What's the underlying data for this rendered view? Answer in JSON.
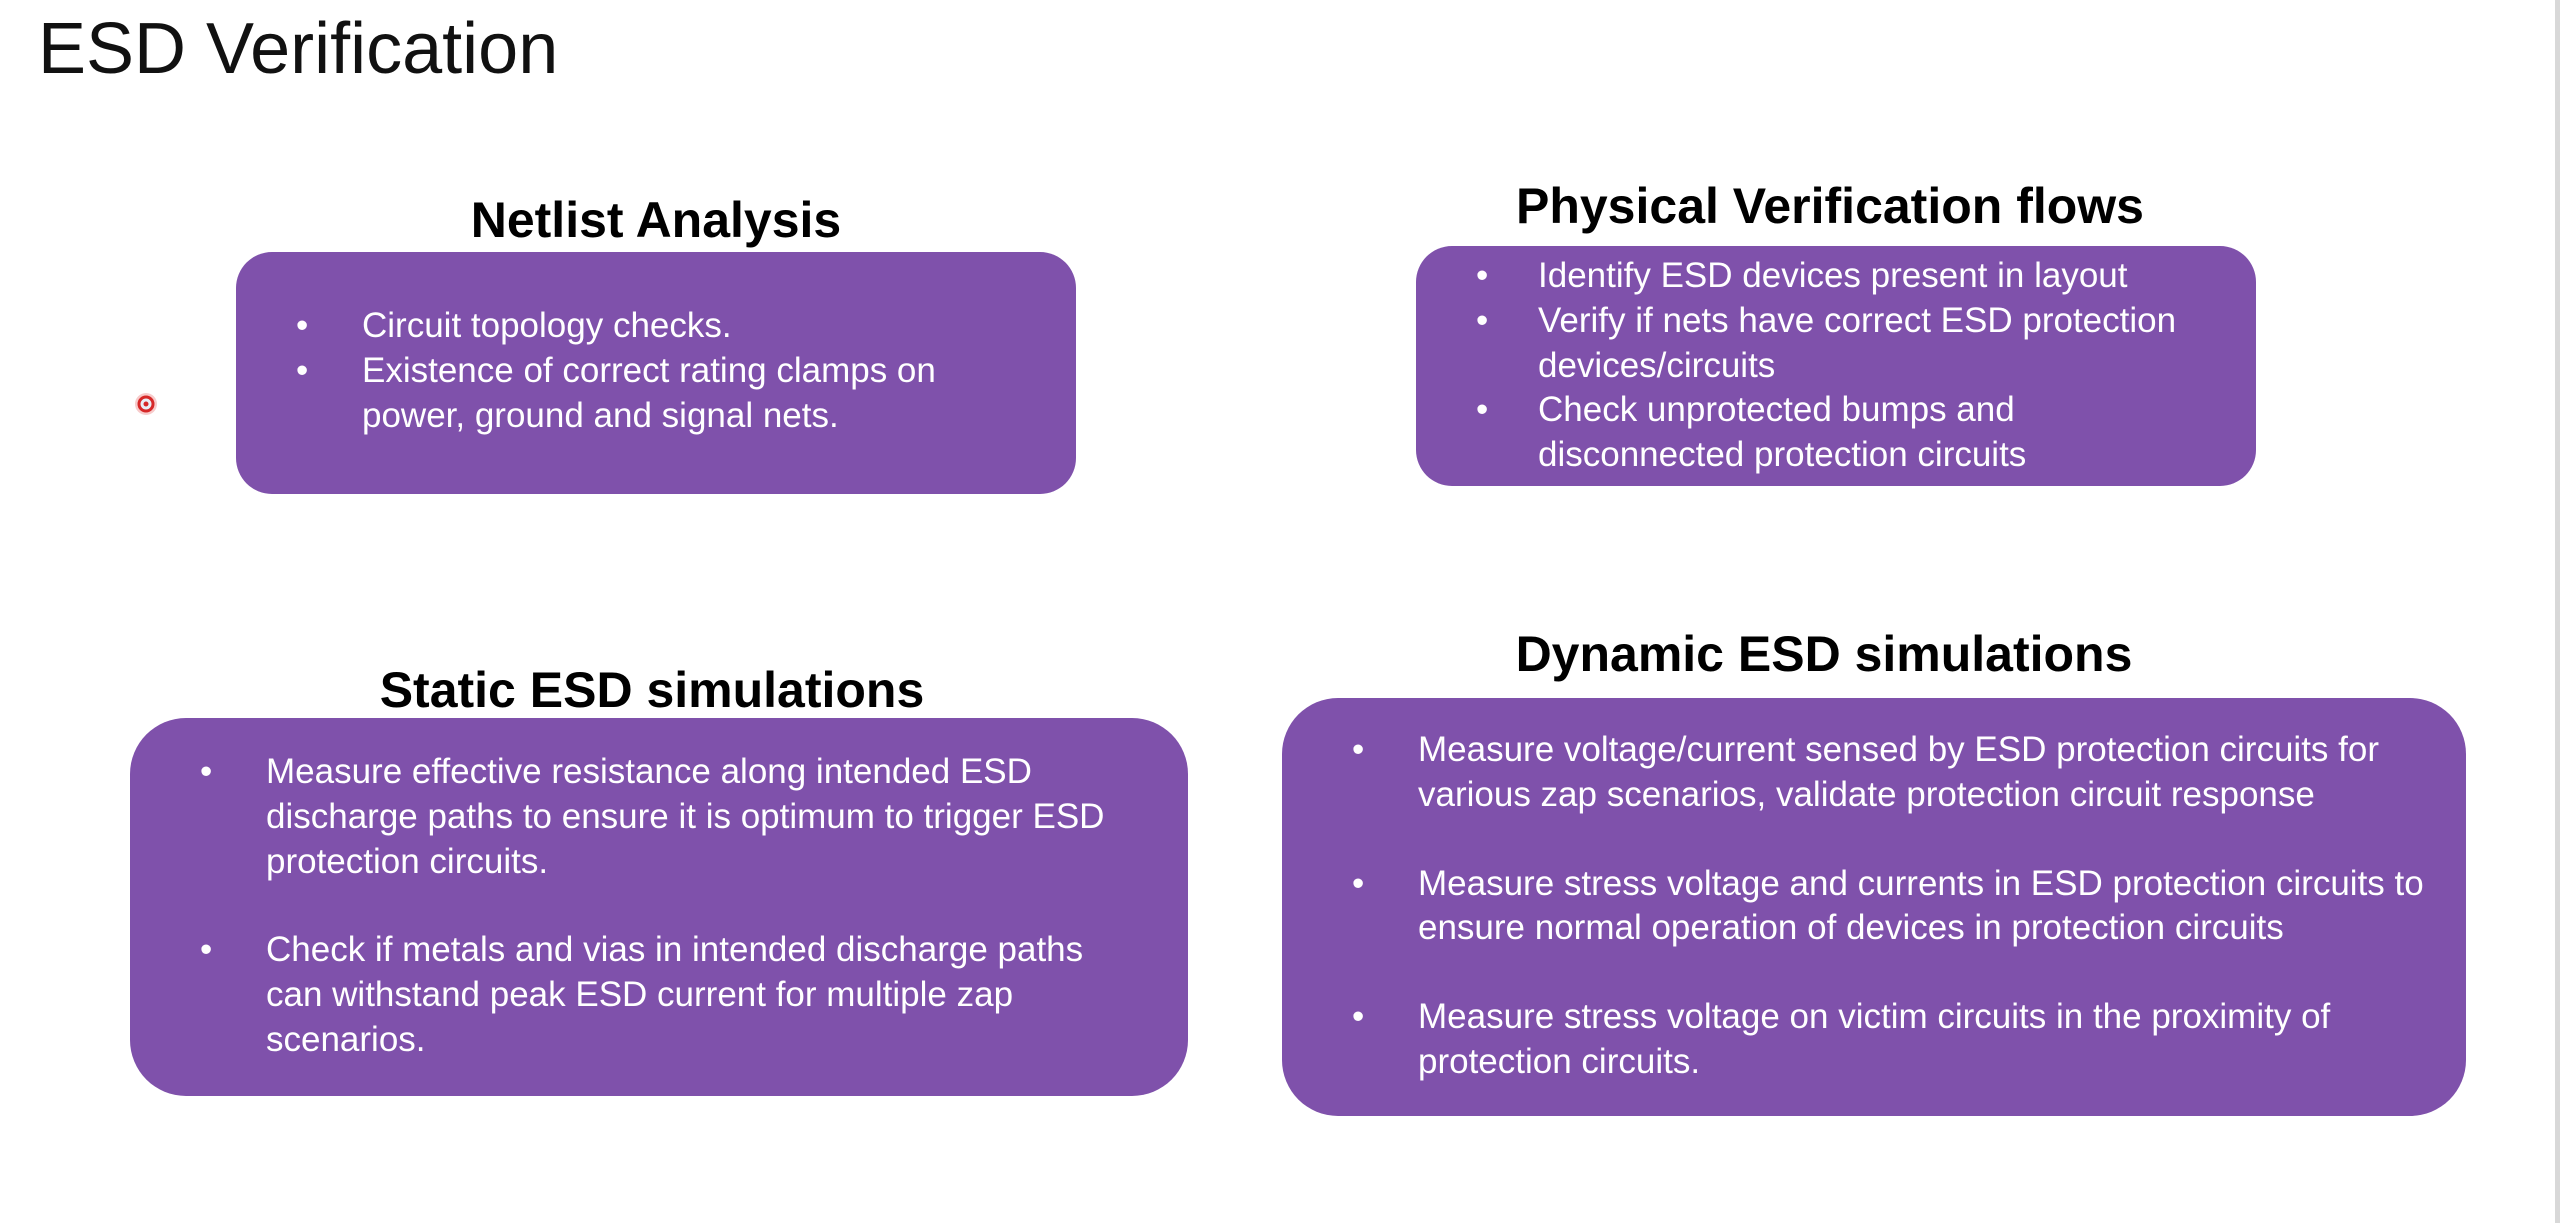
{
  "slide": {
    "title": "ESD Verification"
  },
  "sections": {
    "netlist": {
      "heading": "Netlist Analysis",
      "bullets": [
        "Circuit topology checks.",
        "Existence of correct rating clamps on power, ground and signal nets."
      ]
    },
    "physical": {
      "heading": "Physical Verification flows",
      "bullets": [
        "Identify ESD devices present in layout",
        "Verify if nets have correct ESD protection devices/circuits",
        "Check unprotected bumps and disconnected protection circuits"
      ]
    },
    "static": {
      "heading": "Static ESD simulations",
      "bullets": [
        "Measure effective resistance along intended ESD discharge paths to ensure it is optimum to trigger ESD protection circuits.",
        "Check if metals and vias in intended discharge paths can withstand peak ESD current for multiple zap scenarios."
      ]
    },
    "dynamic": {
      "heading": "Dynamic ESD simulations",
      "bullets": [
        "Measure voltage/current sensed by ESD protection circuits for various zap scenarios, validate protection circuit response",
        "Measure stress voltage and currents in ESD protection circuits to ensure normal operation of devices in protection circuits",
        "Measure stress voltage on victim circuits in the proximity of protection circuits."
      ]
    }
  },
  "bullet_glyph": "•",
  "colors": {
    "box_fill": "#7f51ab",
    "box_text": "#ffffff",
    "heading_text": "#000000",
    "pointer": "#e03030"
  },
  "icons": {
    "pointer": "laser-pointer-icon"
  }
}
